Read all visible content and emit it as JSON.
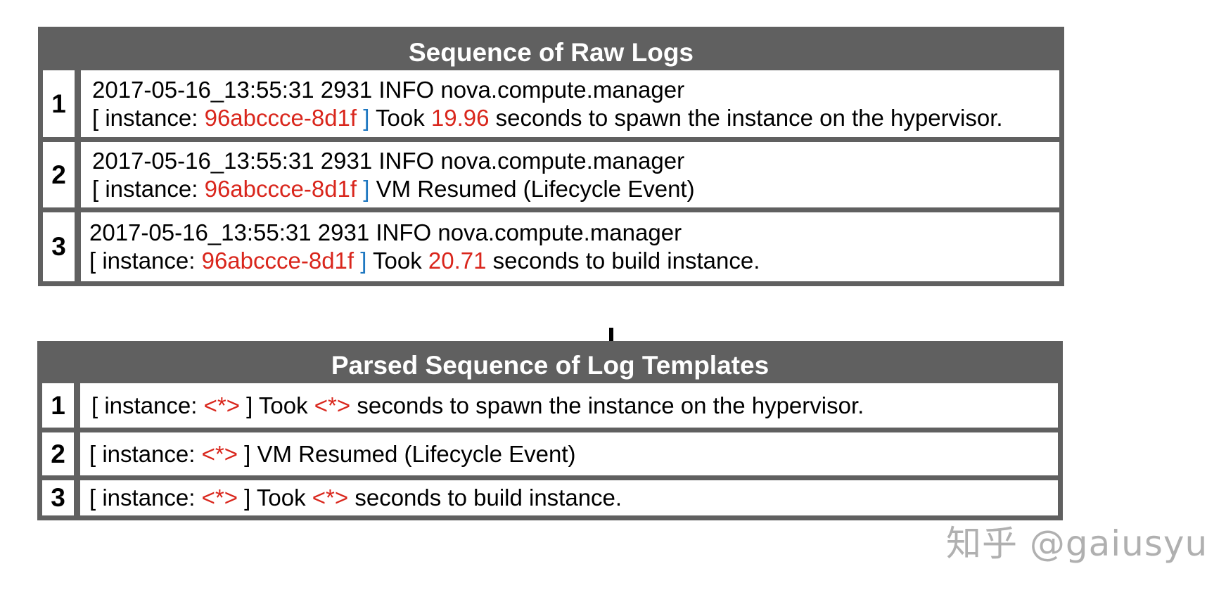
{
  "raw_logs": {
    "title": "Sequence of Raw Logs",
    "rows": [
      {
        "num": "1",
        "line1": "2017-05-16_13:55:31 2931 INFO nova.compute.manager",
        "prefix": "[ instance: ",
        "instance_id": "96abccce-8d1f",
        "bracket_close": " ]",
        "mid": " Took ",
        "value": "19.96",
        "suffix": " seconds to spawn the instance on the hypervisor."
      },
      {
        "num": "2",
        "line1": "2017-05-16_13:55:31 2931 INFO nova.compute.manager",
        "prefix": "[ instance: ",
        "instance_id": "96abccce-8d1f",
        "bracket_close": " ]",
        "mid": " VM Resumed (Lifecycle Event)",
        "value": "",
        "suffix": ""
      },
      {
        "num": "3",
        "line1": "2017-05-16_13:55:31 2931 INFO nova.compute.manager",
        "prefix": "[ instance: ",
        "instance_id": "96abccce-8d1f",
        "bracket_close": " ]",
        "mid": " Took ",
        "value": "20.71",
        "suffix": " seconds to build instance."
      }
    ]
  },
  "arrow_icon": "down-arrow",
  "templates": {
    "title": "Parsed Sequence of Log Templates",
    "rows": [
      {
        "num": "1",
        "prefix": "[ instance: ",
        "wild1": "<*>",
        "mid": " ] Took ",
        "wild2": "<*>",
        "suffix": " seconds to spawn the instance on the hypervisor."
      },
      {
        "num": "2",
        "prefix": "[ instance: ",
        "wild1": "<*>",
        "mid": " ] VM Resumed (Lifecycle Event)",
        "wild2": "",
        "suffix": ""
      },
      {
        "num": "3",
        "prefix": "[ instance: ",
        "wild1": "<*>",
        "mid": " ] Took ",
        "wild2": "<*>",
        "suffix": " seconds to build instance."
      }
    ]
  },
  "watermark": "知乎 @gaiusyu",
  "colors": {
    "frame": "#606060",
    "variable": "#d9261c",
    "bracket": "#1f78c1"
  }
}
